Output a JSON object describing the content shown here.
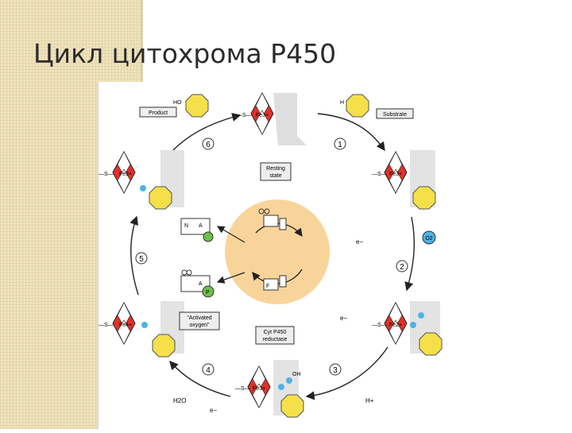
{
  "slide": {
    "title": "Цикл цитохрома P450"
  },
  "diagram": {
    "labels": {
      "product": "Product",
      "substrate": "Substrate",
      "resting_state_line1": "Resting",
      "resting_state_line2": "state",
      "activated_line1": "\"Activated",
      "activated_line2": "oxygen\"",
      "cyt_line1": "Cyt P450",
      "cyt_line2": "reductase",
      "o2": "O2",
      "h2o": "H2O",
      "e_minus": "e−",
      "h_plus": "H+",
      "oh": "OH",
      "ho": "HO",
      "h": "H",
      "s": "S",
      "n": "N",
      "a": "A",
      "fad_fmn": "F",
      "p_label": "P"
    },
    "steps": [
      "1",
      "2",
      "3",
      "4",
      "5",
      "6"
    ],
    "heme_states": [
      {
        "id": "resting",
        "fe": "Fe3+"
      },
      {
        "id": "substrate-bound",
        "fe": "Fe3+"
      },
      {
        "id": "reduced",
        "fe": "Fe2+"
      },
      {
        "id": "peroxo",
        "fe": "Fe3+"
      },
      {
        "id": "activated",
        "fe": "Fe4+"
      },
      {
        "id": "product-bound",
        "fe": "Fe3+"
      }
    ],
    "colors": {
      "heme_red": "#e0312b",
      "yellow": "#f5e04a",
      "blue": "#4fb3e6",
      "green": "#6fbf4a",
      "reductase_disc": "#f9d49a",
      "protein_gray": "#c8c8c8"
    }
  }
}
